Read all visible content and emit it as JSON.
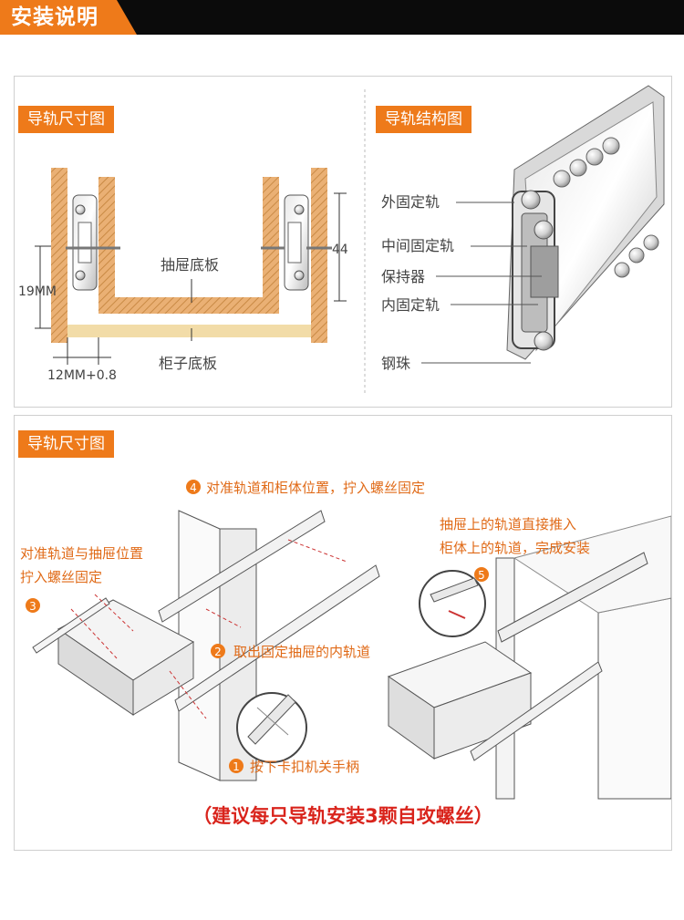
{
  "header": {
    "title": "安装说明"
  },
  "size_diagram": {
    "tag": "导轨尺寸图",
    "drawer_bottom": "抽屉底板",
    "cabinet_bottom": "柜子底板",
    "dim_left": "19MM",
    "dim_right": "44",
    "dim_bottom": "12MM+0.8"
  },
  "structure_diagram": {
    "tag": "导轨结构图",
    "labels": [
      "外固定轨",
      "中间固定轨",
      "保持器",
      "内固定轨",
      "钢珠"
    ]
  },
  "install": {
    "tag": "导轨尺寸图",
    "step4": "对准轨道和柜体位置，拧入螺丝固定",
    "step3_line1": "对准轨道与抽屉位置",
    "step3_line2": "拧入螺丝固定",
    "step2": "取出固定抽屉的内轨道",
    "step1": "按下卡扣机关手柄",
    "step5_line1": "抽屉上的轨道直接推入",
    "step5_line2": "柜体上的轨道，完成安装",
    "badges": [
      "1",
      "2",
      "3",
      "4",
      "5"
    ],
    "note": "（建议每只导轨安装3颗自攻螺丝）"
  },
  "colors": {
    "accent": "#ee7a1a",
    "header_bg": "#0b0b0b",
    "wood": "#e9b270",
    "note_red": "#d9241c"
  }
}
